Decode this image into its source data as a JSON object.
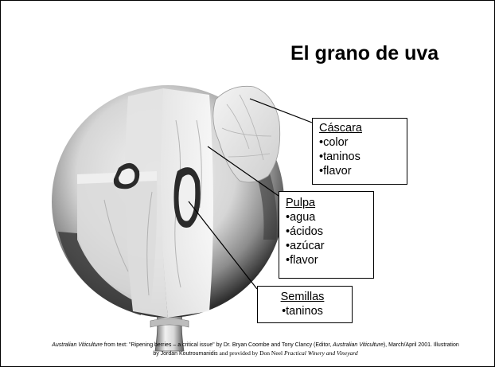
{
  "slide": {
    "title": "El grano de uva",
    "labels": {
      "cascara": {
        "heading": "Cáscara",
        "items": [
          "•color",
          "•taninos",
          "•flavor"
        ]
      },
      "pulpa": {
        "heading": "Pulpa",
        "items": [
          "•agua",
          "•ácidos",
          "•azúcar",
          "•flavor"
        ]
      },
      "semillas": {
        "heading": "Semillas",
        "items": [
          "•taninos"
        ]
      }
    },
    "credit": {
      "source_title": "Australian Viticulture",
      "part1": " from text: \"Ripening berries – a critical issue\" by Dr. Bryan Coombe and Tony Clancy (Editor, ",
      "source_title_2": "Australian Viticulture",
      "part2": "), March/April 2001. Illustration by Jordan Koutroumanidis",
      "part3": " and provided by Don Neel ",
      "book": "Practical Winery and Vineyard"
    }
  }
}
